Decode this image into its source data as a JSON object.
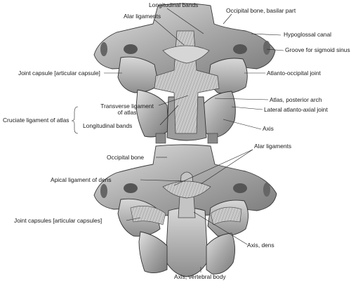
{
  "upper_view": {
    "labels": {
      "longitudinal_bands_top": "Longitudinal bands",
      "alar_ligaments": "Alar ligaments",
      "occipital_bone_basilar": "Occipital bone, basilar part",
      "hypoglossal_canal": "Hypoglossal canal",
      "groove_sigmoid_sinus": "Groove for sigmoid sinus",
      "joint_capsule": "Joint capsule [articular capsule]",
      "atlanto_occipital_joint": "Atlanto-occipital joint",
      "atlas_posterior_arch": "Atlas, posterior arch",
      "lateral_atlanto_axial_joint": "Lateral atlanto-axial joint",
      "transverse_ligament_line1": "Transverse ligament",
      "transverse_ligament_line2": "of atlas",
      "cruciate_ligament": "Cruciate ligament of atlas",
      "longitudinal_bands_bottom": "Longitudinal bands",
      "axis": "Axis"
    }
  },
  "lower_view": {
    "labels": {
      "occipital_bone": "Occipital bone",
      "alar_ligaments": "Alar ligaments",
      "apical_ligament": "Apical ligament of dens",
      "joint_capsules": "Joint capsules [articular capsules]",
      "axis_dens": "Axis, dens",
      "axis_vertebral_body": "Axis, vertebral body"
    }
  }
}
